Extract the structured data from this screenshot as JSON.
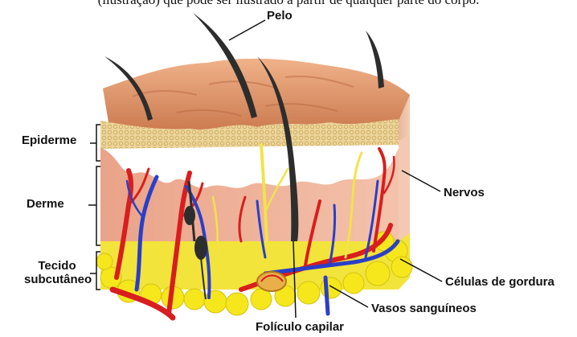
{
  "header_text": "(ilustração) que pode ser ilustrado a partir de qualquer parte do corpo.",
  "labels": {
    "pelo": "Pelo",
    "epiderme": "Epiderme",
    "derme": "Derme",
    "tecido_line1": "Tecido",
    "tecido_line2": "subcutâneo",
    "nervos": "Nervos",
    "celulas": "Células de gordura",
    "vasos": "Vasos sanguíneos",
    "foliculo": "Folículo capilar"
  },
  "colors": {
    "skin_top": "#d88a5c",
    "epidermis": "#e8c98a",
    "dermis": "#f1b79a",
    "fat": "#f2e01c",
    "artery": "#d81e1e",
    "vein": "#2a3fc8",
    "nerve": "#f3e24a",
    "hair": "#2d2d2d"
  }
}
